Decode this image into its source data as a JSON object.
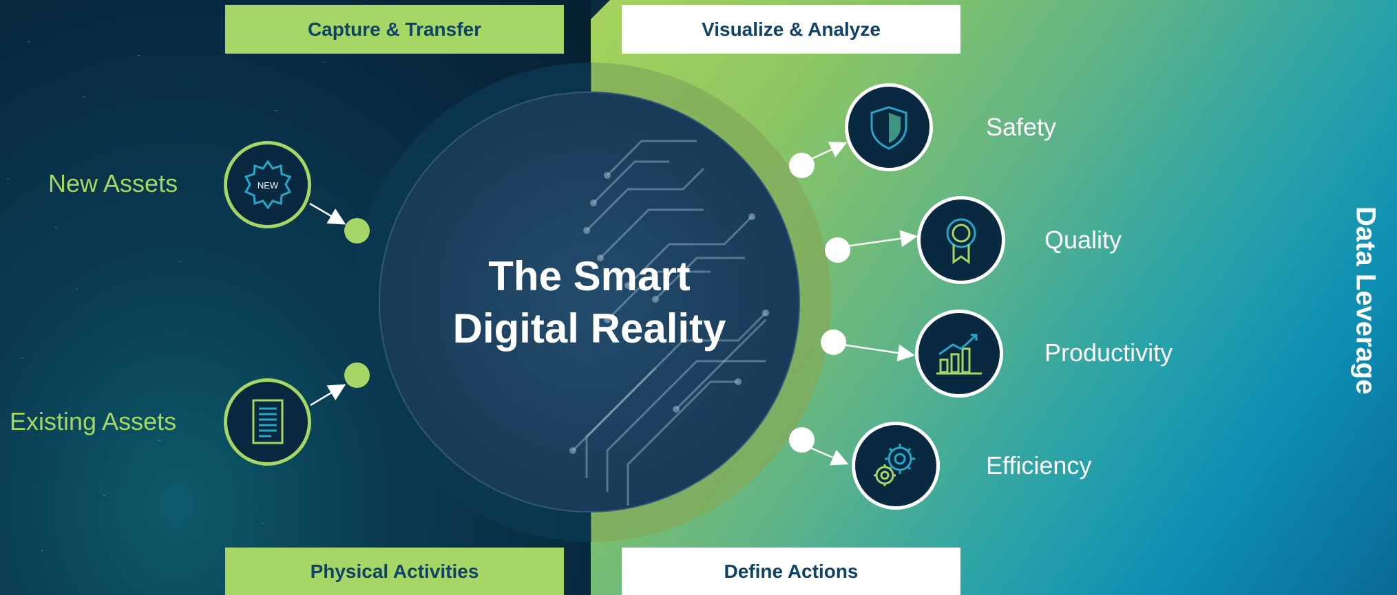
{
  "headers": {
    "capture": "Capture & Transfer",
    "visualize": "Visualize & Analyze",
    "physical": "Physical Activities",
    "define": "Define Actions"
  },
  "center": {
    "line1": "The Smart",
    "line2": "Digital Reality"
  },
  "inputs": [
    {
      "label": "New Assets",
      "icon": "new-badge-icon",
      "badge_text": "NEW"
    },
    {
      "label": "Existing Assets",
      "icon": "document-icon"
    }
  ],
  "outputs": [
    {
      "label": "Safety",
      "icon": "shield-icon"
    },
    {
      "label": "Quality",
      "icon": "award-ribbon-icon"
    },
    {
      "label": "Productivity",
      "icon": "growth-chart-icon"
    },
    {
      "label": "Efficiency",
      "icon": "gears-icon"
    }
  ],
  "side_label": "Data Leverage",
  "colors": {
    "accent_green": "#a6d766",
    "header_text": "#0e4266",
    "dark_navy": "#082940",
    "white": "#ffffff"
  }
}
